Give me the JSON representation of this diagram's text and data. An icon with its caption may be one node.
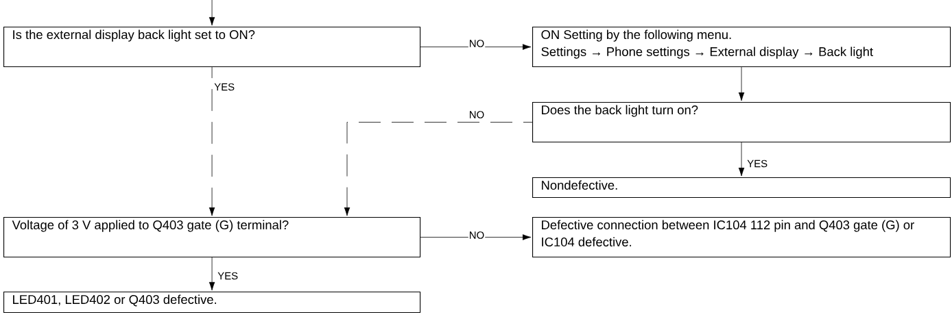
{
  "diagram": {
    "nodes": [
      {
        "text": [
          "Is the external display back light set to ON?"
        ]
      },
      {
        "text": [
          "ON Setting by the following menu.",
          "Settings → Phone settings → External display → Back light"
        ]
      },
      {
        "text": [
          "Does the back light turn on?"
        ]
      },
      {
        "text": [
          "Nondefective."
        ]
      },
      {
        "text": [
          "Voltage of 3 V applied to Q403 gate (G) terminal?"
        ]
      },
      {
        "text": [
          "Defective connection between IC104 112 pin and Q403 gate (G) or IC104 defective."
        ]
      },
      {
        "text": [
          "LED401, LED402 or Q403 defective."
        ]
      }
    ],
    "edges": [
      {
        "from": null,
        "to": 0,
        "arrow": "to"
      },
      {
        "from": 0,
        "to": 1,
        "arrow": "to",
        "label": "NO"
      },
      {
        "from": 0,
        "to": 4,
        "arrow": "to",
        "label": "YES",
        "style": "dashed"
      },
      {
        "from": 1,
        "to": 2,
        "arrow": "to"
      },
      {
        "from": 2,
        "to": 4,
        "arrow": "to",
        "label": "NO",
        "style": "dashed"
      },
      {
        "from": 2,
        "to": 3,
        "arrow": "to",
        "label": "YES"
      },
      {
        "from": 4,
        "to": 5,
        "arrow": "to",
        "label": "NO"
      },
      {
        "from": 4,
        "to": 6,
        "arrow": "to",
        "label": "YES"
      }
    ]
  }
}
